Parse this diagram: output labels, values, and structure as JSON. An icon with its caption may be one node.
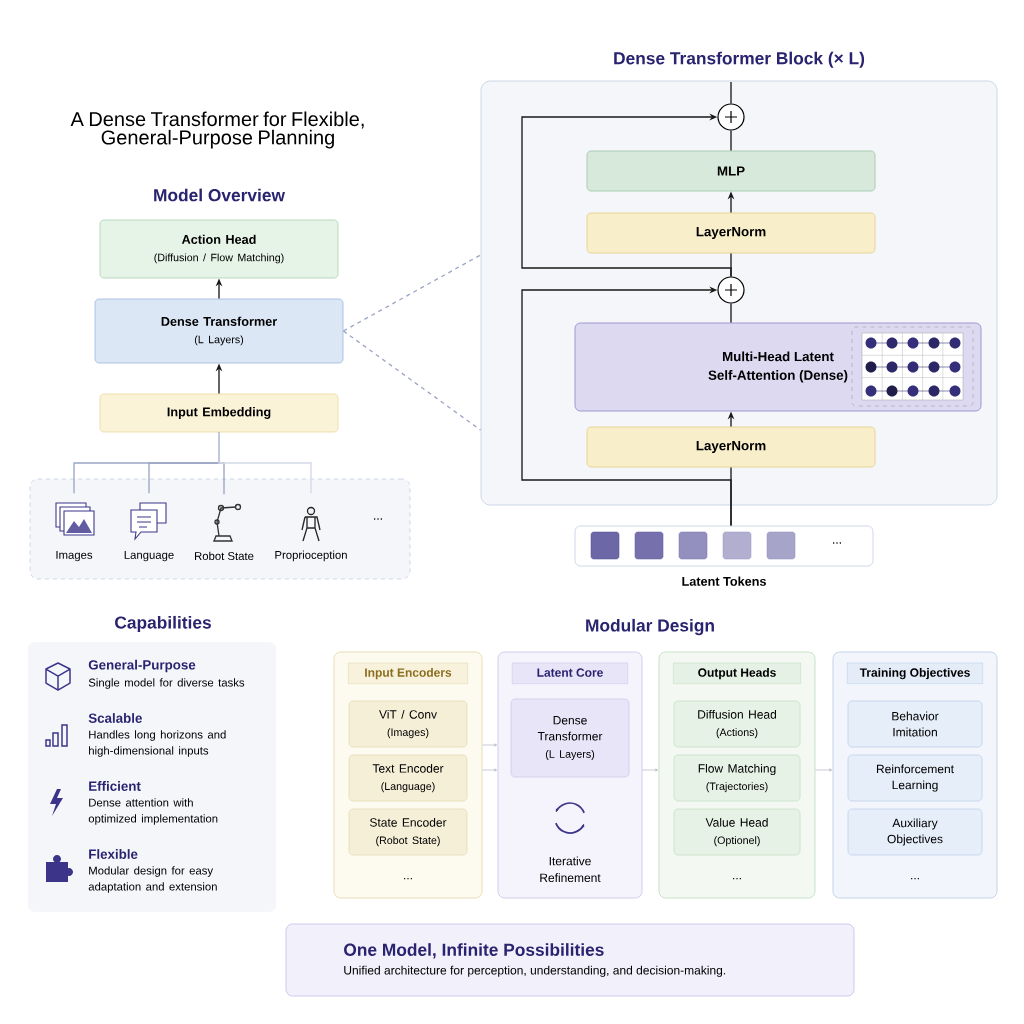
{
  "diagram": {
    "title": "A Dense Transformer for Flexible, General-Purpose Planning",
    "nodes": [
      {
        "text": [
          "Action Head",
          "(Diffusion / Flow Matching)"
        ]
      },
      {
        "text": [
          "Dense Transformer",
          "(L Layers)"
        ]
      },
      {
        "text": [
          "Input Embedding"
        ]
      },
      {
        "text": [],
        "shape": "box"
      },
      {
        "text": [
          "Images"
        ],
        "in": 3
      },
      {
        "text": [
          "Language"
        ],
        "in": 3
      },
      {
        "text": [
          "Robot State"
        ],
        "in": 3
      },
      {
        "text": [
          "Proprioception"
        ],
        "in": 3
      },
      {
        "text": [
          "Dense Transformer Block (× L)"
        ]
      },
      {
        "text": [],
        "shape": "circle",
        "in": 8
      },
      {
        "text": [
          "MLP"
        ],
        "in": 8
      },
      {
        "text": [
          "LayerNorm"
        ],
        "in": 8
      },
      {
        "text": [],
        "shape": "circle",
        "in": 8
      },
      {
        "text": [
          "Multi-Head Latent Self-Attention (Dense)"
        ],
        "in": 8
      },
      {
        "text": [
          "LayerNorm"
        ],
        "in": 8
      },
      {
        "text": [
          "Latent Tokens"
        ]
      },
      {
        "text": [
          "Input Encoders",
          "..."
        ]
      },
      {
        "text": [
          "ViT / Conv",
          "(Images)"
        ],
        "in": 16
      },
      {
        "text": [
          "Text Encoder",
          "(Language)"
        ],
        "in": 16
      },
      {
        "text": [
          "State Encoder",
          "(Robot State)"
        ],
        "in": 16
      },
      {
        "text": [
          "Latent Core",
          "Iterative Refinement"
        ]
      },
      {
        "text": [
          "Dense Transformer",
          "(L Layers)"
        ],
        "in": 20
      },
      {
        "text": [
          "Output Heads",
          "..."
        ]
      },
      {
        "text": [
          "Diffusion Head",
          "(Actions)"
        ],
        "in": 22
      },
      {
        "text": [
          "Flow Matching",
          "(Trajectories)"
        ],
        "in": 22
      },
      {
        "text": [
          "Value Head",
          "(Optionel)"
        ],
        "in": 22
      },
      {
        "text": [
          "Training Objectives",
          "..."
        ]
      },
      {
        "text": [
          "Behavior Imitation"
        ],
        "in": 26
      },
      {
        "text": [
          "Reinforcement Learning"
        ],
        "in": 26
      },
      {
        "text": [
          "Auxiliary Objectives"
        ],
        "in": 26
      },
      {
        "text": [
          "One Model, Infinite Possibilities",
          "Unified architecture for perception, understanding, and decision-making."
        ]
      }
    ],
    "edges": [
      {
        "from": 2,
        "to": 1,
        "arrow": "to"
      },
      {
        "from": 1,
        "to": 0,
        "arrow": "to"
      },
      {
        "from": 4,
        "to": 2,
        "arrow": "none",
        "color": "#9aa6c4"
      },
      {
        "from": 5,
        "to": 2,
        "arrow": "none",
        "color": "#9aa6c4"
      },
      {
        "from": 6,
        "to": 2,
        "arrow": "none",
        "color": "#9aa6c4"
      },
      {
        "from": 7,
        "to": 2,
        "arrow": "none",
        "color": "#d4d9e6"
      },
      {
        "from": 1,
        "to": 8,
        "arrow": "none",
        "style": "dashed",
        "color": "#9aa6c4"
      },
      {
        "from": 1,
        "to": 8,
        "arrow": "none",
        "style": "dashed",
        "color": "#9aa6c4"
      },
      {
        "from": 15,
        "to": 14,
        "arrow": "none"
      },
      {
        "from": 14,
        "to": 13,
        "arrow": "to"
      },
      {
        "from": 13,
        "to": 12,
        "arrow": "none"
      },
      {
        "from": 12,
        "to": 11,
        "arrow": "none"
      },
      {
        "from": 11,
        "to": 10,
        "arrow": "to"
      },
      {
        "from": 10,
        "to": 9,
        "arrow": "none"
      },
      {
        "from": 9,
        "to": null,
        "arrow": "none"
      },
      {
        "from": 15,
        "to": 12,
        "arrow": "to"
      },
      {
        "from": 12,
        "to": 9,
        "arrow": "to"
      },
      {
        "from": 16,
        "to": 20,
        "arrow": "to",
        "color": "#b8bcc8"
      },
      {
        "from": 16,
        "to": 20,
        "arrow": "to",
        "color": "#b8bcc8"
      },
      {
        "from": 20,
        "to": 22,
        "arrow": "to",
        "color": "#b8bcc8"
      },
      {
        "from": 22,
        "to": 26,
        "arrow": "to",
        "color": "#b8bcc8"
      }
    ],
    "labels": [
      "Model Overview",
      "...",
      "...",
      "Capabilities",
      "General-Purpose",
      "Single model for diverse tasks",
      "Scalable",
      "Handles long horizons and high-dimensional inputs",
      "Efficient",
      "Dense attention with optimized implementation",
      "Flexible",
      "Modular design for easy adaptation and extension",
      "Modular Design"
    ]
  }
}
